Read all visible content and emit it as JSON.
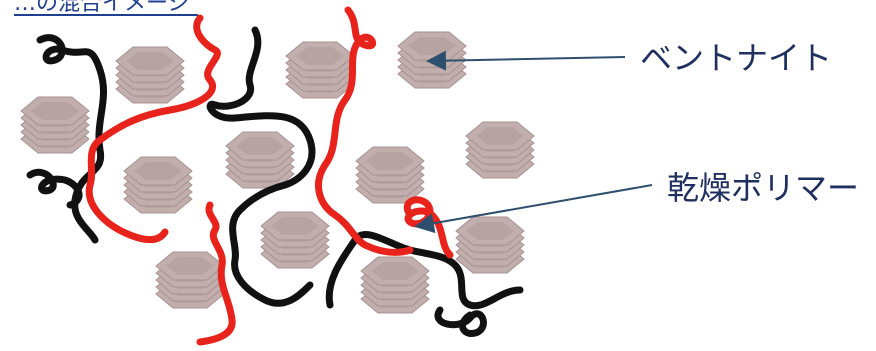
{
  "title_fragment": "…の混合イメージ",
  "labels": {
    "bentonite": "ベントナイト",
    "dry_polymer": "乾燥ポリマー"
  },
  "colors": {
    "title": "#1f3f8f",
    "label_text": "#1f2f5f",
    "arrow": "#2f4f6f",
    "red_polymer": "#e8231b",
    "black_polymer": "#111111",
    "bentonite_plate_top": "#b9a5a3",
    "bentonite_plate_side": "#8f7c7a"
  }
}
